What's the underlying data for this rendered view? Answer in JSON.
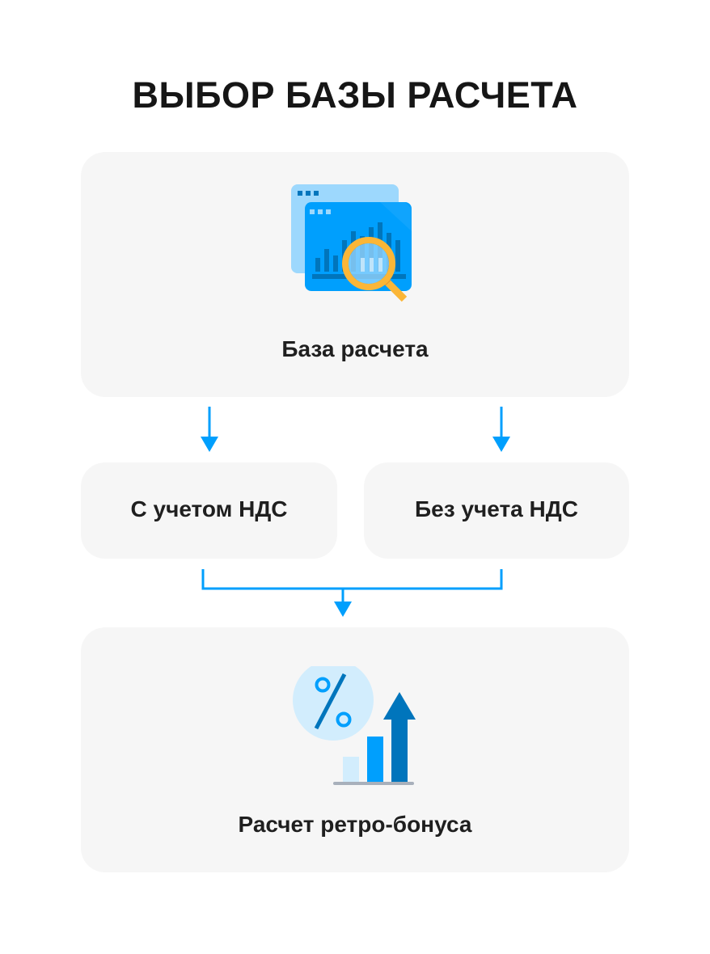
{
  "title": "ВЫБОР БАЗЫ РАСЧЕТА",
  "nodes": {
    "top": {
      "label": "База расчета",
      "icon": "analytics-magnifier-icon"
    },
    "left": {
      "label": "С учетом НДС"
    },
    "right": {
      "label": "Без учета НДС"
    },
    "bottom": {
      "label": "Расчет ретро-бонуса",
      "icon": "percent-growth-chart-icon"
    }
  },
  "edges": [
    {
      "from": "top",
      "to": "left"
    },
    {
      "from": "top",
      "to": "right"
    },
    {
      "from": "left",
      "to": "bottom"
    },
    {
      "from": "right",
      "to": "bottom"
    }
  ],
  "colors": {
    "accent": "#009ffd",
    "card_bg": "#f6f6f6",
    "text": "#1c1c1c",
    "dark_blue": "#0075bc",
    "light_blue": "#9dd8fd",
    "pale_blue": "#d2edfd",
    "orange": "#fbb637",
    "orange_dark": "#f7941d",
    "gray_base": "#a8b0bb"
  }
}
